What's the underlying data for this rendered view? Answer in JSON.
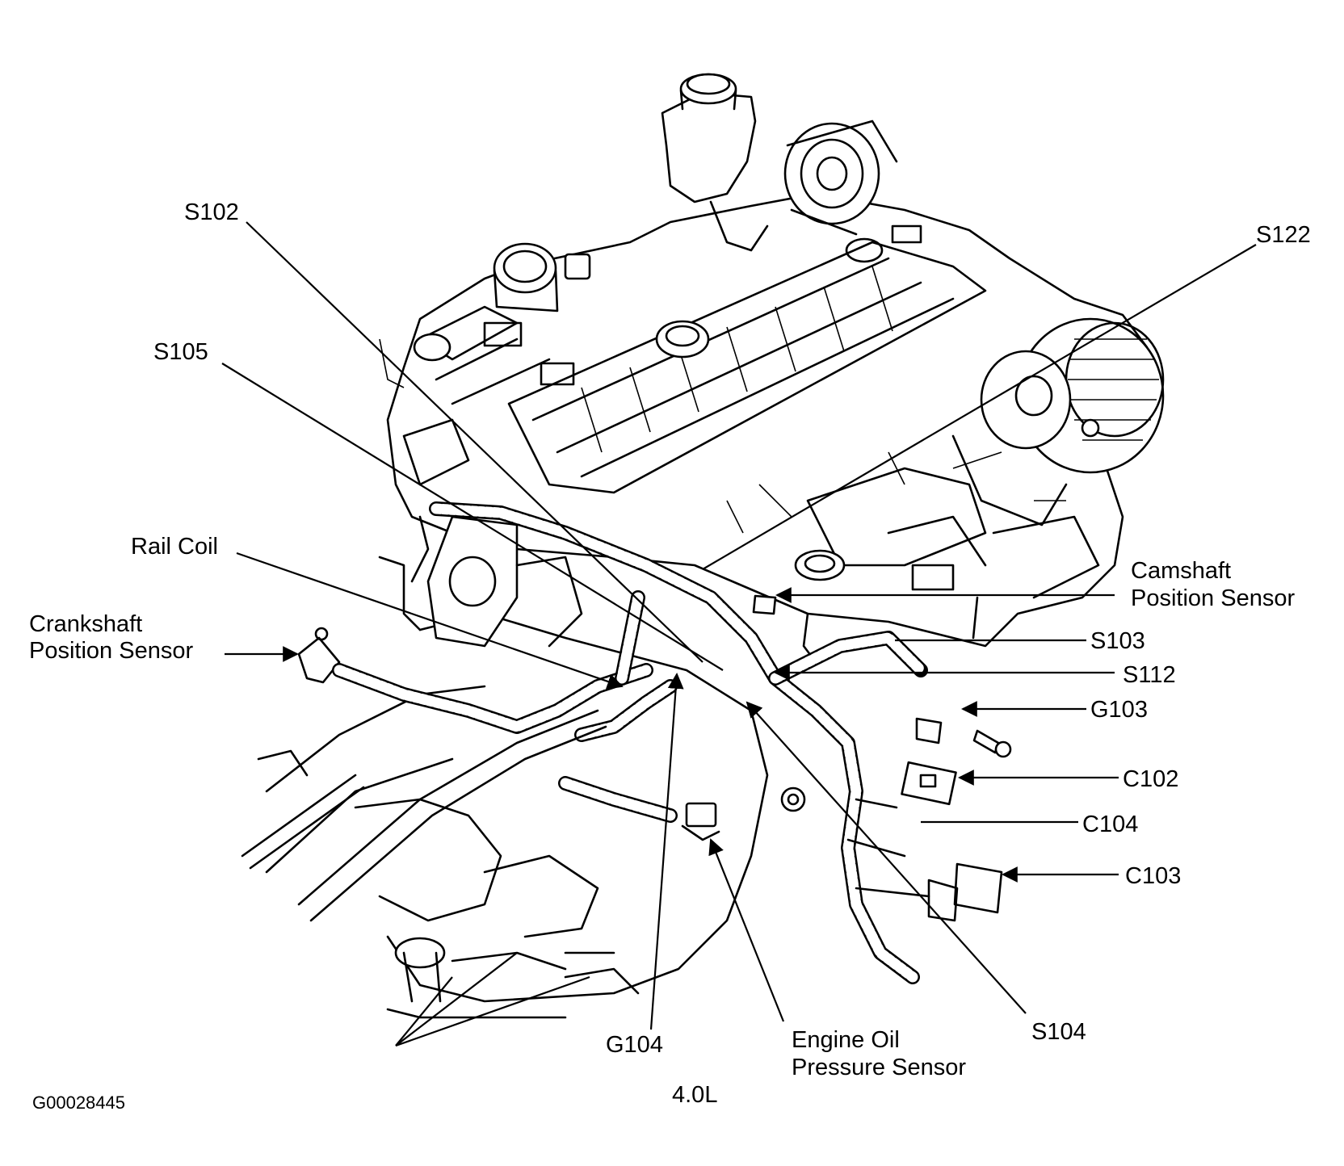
{
  "labels": {
    "s102": "S102",
    "s105": "S105",
    "s122": "S122",
    "rail_coil": "Rail Coil",
    "crank_line1": "Crankshaft",
    "crank_line2": "Position Sensor",
    "cam_line1": "Camshaft",
    "cam_line2": "Position Sensor",
    "s103": "S103",
    "s112": "S112",
    "g103": "G103",
    "c102": "C102",
    "c104": "C104",
    "c103": "C103",
    "g104": "G104",
    "oil_line1": "Engine Oil",
    "oil_line2": "Pressure Sensor",
    "s104": "S104",
    "engine": "4.0L",
    "figure_id": "G00028445"
  }
}
